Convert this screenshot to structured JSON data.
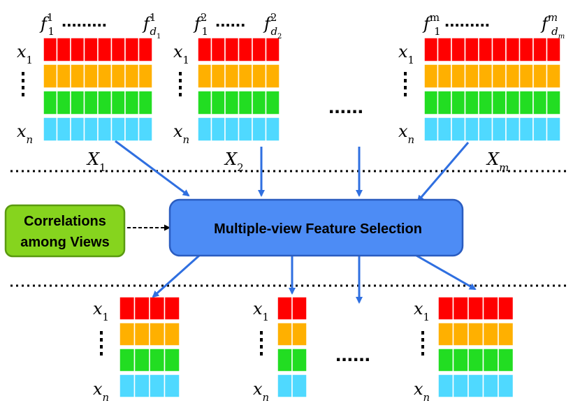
{
  "colors": {
    "red": "#ff0000",
    "orange": "#ffb000",
    "green": "#22dd22",
    "cyan": "#4fd9ff",
    "arrow": "#2f6fe0",
    "main_box_fill": "#4d8cf5",
    "main_box_stroke": "#2a5cc0",
    "side_box_fill": "#86d41e",
    "side_box_stroke": "#5a9a10"
  },
  "labels": {
    "ellipsis_mid": "......",
    "ellipsis_bottom": "......",
    "row_first_sub": "1",
    "row_last_sub": "n",
    "row_var": "x"
  },
  "views": [
    {
      "matrix_label": "X",
      "matrix_sub": "1",
      "feat_first_sub": "1",
      "feat_first_sup": "1",
      "feat_dots": ".........",
      "feat_last_sub": "d",
      "feat_last_subsub": "1",
      "feat_last_sup": "1",
      "columns": 8
    },
    {
      "matrix_label": "X",
      "matrix_sub": "2",
      "feat_first_sub": "1",
      "feat_first_sup": "2",
      "feat_dots": "......",
      "feat_last_sub": "d",
      "feat_last_subsub": "2",
      "feat_last_sup": "2",
      "columns": 6
    },
    {
      "matrix_label": "X",
      "matrix_sub": "m",
      "feat_first_sub": "1",
      "feat_first_sup": "m",
      "feat_dots": ".........",
      "feat_last_sub": "d",
      "feat_last_subsub": "m",
      "feat_last_sup": "m",
      "columns": 10
    }
  ],
  "selected_views": [
    {
      "columns": 4
    },
    {
      "columns": 2
    },
    {
      "columns": 5
    }
  ],
  "main_box": {
    "label": "Multiple-view Feature Selection"
  },
  "side_box": {
    "line1": "Correlations",
    "line2": "among Views"
  }
}
